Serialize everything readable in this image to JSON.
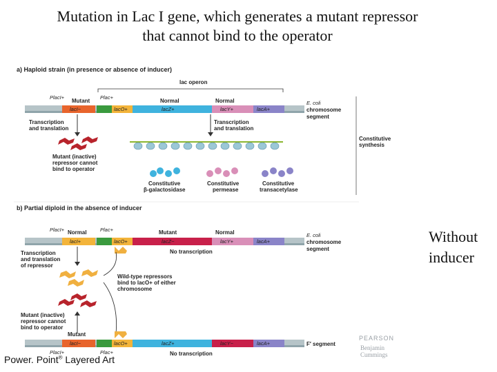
{
  "slide": {
    "title_line1": "Mutation in Lac I gene, which generates a mutant repressor",
    "title_line2": "that cannot bind to the operator",
    "side_note_line1": "Without",
    "side_note_line2": "inducer",
    "footer_text": "Power. Point",
    "footer_reg": "®",
    "footer_suffix": " Layered Art"
  },
  "figure": {
    "panel_a": {
      "header": "a) Haploid strain (in presence or absence of inducer)",
      "operon_label": "lac operon",
      "p_laci": "PlacI+",
      "p_lac": "Plac+",
      "mutant": "Mutant",
      "normal1": "Normal",
      "normal2": "Normal",
      "seg_laci": "lacI−",
      "seg_laco": "lacO+",
      "seg_lacz": "lacZ+",
      "seg_lacy": "lacY+",
      "seg_laca": "lacA+",
      "ecoli": "E. coli",
      "chrom1": "chromosome",
      "chrom2": "segment",
      "tt_left_1": "Transcription",
      "tt_left_2": "and translation",
      "tt_right_1": "Transcription",
      "tt_right_2": "and translation",
      "mutant_rep_1": "Mutant (inactive)",
      "mutant_rep_2": "repressor cannot",
      "mutant_rep_3": "bind to operator",
      "const_synth_1": "Constitutive",
      "const_synth_2": "synthesis",
      "const_bgal_1": "Constitutive",
      "const_bgal_2": "β-galactosidase",
      "const_perm_1": "Constitutive",
      "const_perm_2": "permease",
      "const_trans_1": "Constitutive",
      "const_trans_2": "transacetylase"
    },
    "panel_b": {
      "header": "b) Partial diploid in the absence of inducer",
      "p_laci": "PlacI+",
      "p_lac": "Plac+",
      "normal_left": "Normal",
      "mutant": "Mutant",
      "normal_right": "Normal",
      "seg_laci": "lacI+",
      "seg_laco": "lacO+",
      "seg_lacz": "lacZ−",
      "seg_lacy": "lacY+",
      "seg_laca": "lacA+",
      "no_transcription": "No transcription",
      "ecoli": "E. coli",
      "chrom1": "chromosome",
      "chrom2": "segment",
      "tt_rep_1": "Transcription",
      "tt_rep_2": "and translation",
      "tt_rep_3": "of repressor",
      "wt_1": "Wild-type repressors",
      "wt_2": "bind to lacO+ of either",
      "wt_3": "chromosome",
      "mutant_rep_1": "Mutant (inactive)",
      "mutant_rep_2": "repressor cannot",
      "mutant_rep_3": "bind to operator",
      "mutant_low": "Mutant",
      "p_laci_low": "PlacI+",
      "p_lac_low": "Plac+",
      "seg_laci_low": "lacI−",
      "seg_laco_low": "lacO+",
      "seg_lacz_low": "lacZ+",
      "seg_lacy_low": "lacY−",
      "seg_laca_low": "lacA+",
      "fprime": "F′ segment",
      "no_transcription_low": "No transcription"
    },
    "publisher_1": "PEARSON",
    "publisher_2": "Benjamin",
    "publisher_3": "Cummings"
  },
  "colors": {
    "laci_orange": "#e8642c",
    "laco_green": "#3a9a3e",
    "lacz_blue": "#3fb3de",
    "lacy_pink": "#d98fb8",
    "laca_purple": "#8a84c8",
    "lacz_red": "#c8204a",
    "laci_yellow": "#f3b43a",
    "repressor_mutant": "#b8242c",
    "repressor_wt": "#f0b040"
  }
}
